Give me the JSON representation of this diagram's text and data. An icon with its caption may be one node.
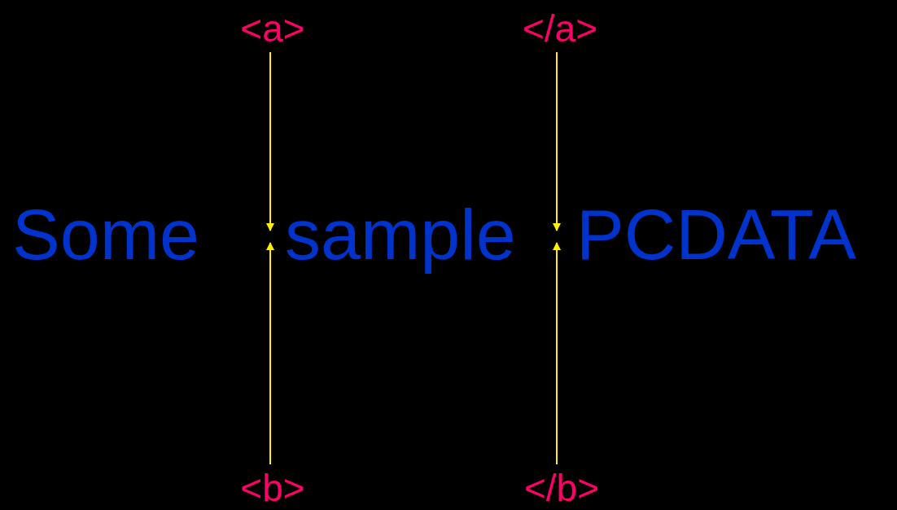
{
  "diagram": {
    "nodes": [
      {
        "text": [
          "<a>"
        ]
      },
      {
        "text": [
          "</a>"
        ]
      },
      {
        "text": [
          "<b>"
        ]
      },
      {
        "text": [
          "</b>"
        ]
      }
    ],
    "edges": [
      {
        "from": 0,
        "to": null,
        "arrow": "to"
      },
      {
        "from": 1,
        "to": null,
        "arrow": "to"
      },
      {
        "from": 2,
        "to": null,
        "arrow": "to"
      },
      {
        "from": 3,
        "to": null,
        "arrow": "to"
      }
    ],
    "labels": [
      "Some",
      "sample",
      "PCDATA"
    ]
  }
}
